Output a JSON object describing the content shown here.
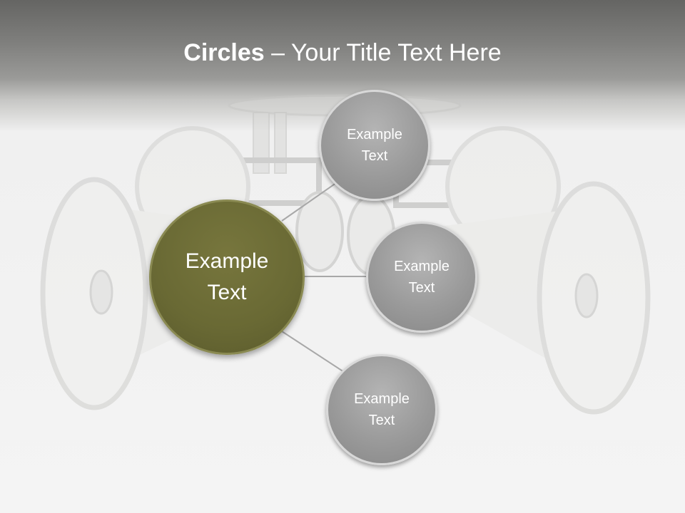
{
  "slide": {
    "title_bold": "Circles",
    "title_rest": " – Your Title Text Here"
  },
  "diagram": {
    "center": {
      "label": "Example\nText",
      "color": "#6a6a35"
    },
    "nodes": [
      {
        "label": "Example\nText",
        "color": "#9c9c9c"
      },
      {
        "label": "Example\nText",
        "color": "#9c9c9c"
      },
      {
        "label": "Example\nText",
        "color": "#9c9c9c"
      }
    ],
    "connector_color": "#a8a8a8"
  },
  "background": {
    "image": "loudspeakers-photo"
  }
}
